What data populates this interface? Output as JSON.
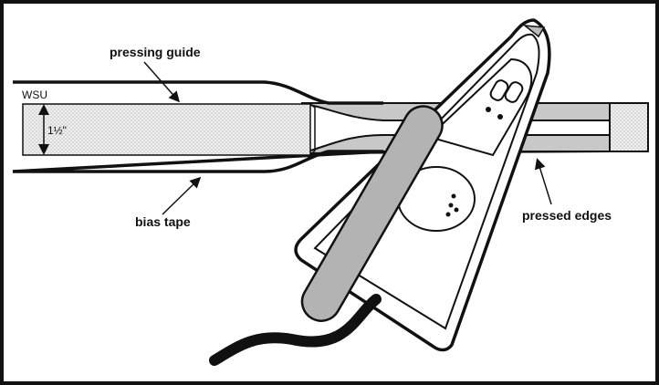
{
  "labels": {
    "pressing_guide": "pressing guide",
    "bias_tape": "bias tape",
    "pressed_edges": "pressed edges",
    "logo": "WSU",
    "width": "1½\""
  },
  "colors": {
    "outline": "#111111",
    "tape_fill": "#e6e6e6",
    "handle": "#b3b3b3",
    "strip": "#c8c8c8"
  }
}
